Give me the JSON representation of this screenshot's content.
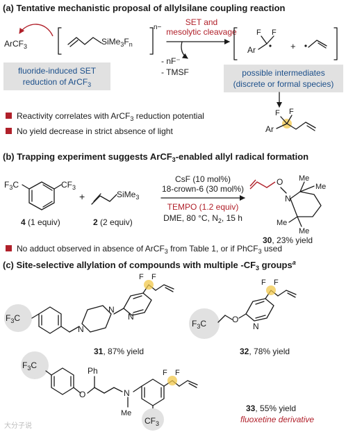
{
  "sections": {
    "a_title": "(a) Tentative mechanistic proposal of allylsilane coupling reaction",
    "b_title_pre": "(b) Trapping experiment suggests ArCF",
    "b_title_sub": "3",
    "b_title_post": "-enabled allyl radical formation",
    "c_title": "(c) Site-selective allylation of compounds with multiple -CF",
    "c_title_sub": "3",
    "c_title_post": " groups",
    "c_title_sup": "a"
  },
  "panel_a": {
    "arcf3_pre": "ArCF",
    "arcf3_sub": "3",
    "complex_sime3": "SiMe",
    "complex_sub3": "3",
    "complex_f": "F",
    "complex_fn_sub": "n",
    "complex_charge": "n−",
    "arrow_label_1": "SET and",
    "arrow_label_2": "mesolytic cleavage",
    "loss_1": "- nF⁻",
    "loss_2": "- TMSF",
    "fluoride_box_line1": "fluoride-induced SET",
    "fluoride_box_line2_pre": "reduction of ArCF",
    "fluoride_box_line2_sub": "3",
    "intermediates_line1": "possible intermediates",
    "intermediates_line2": "(discrete or formal species)",
    "radical_ar": "Ar",
    "radical_f": "F",
    "plus": "+",
    "product_ar": "Ar",
    "product_f": "F",
    "bullet1_pre": "Reactivity correlates with ArCF",
    "bullet1_sub": "3",
    "bullet1_post": " reduction potential",
    "bullet2": "No yield decrease in strict absence of light"
  },
  "panel_b": {
    "f3c": "F",
    "f3c_sub": "3",
    "f3c_c": "C",
    "cf3": "CF",
    "cf3_sub": "3",
    "plus": "+",
    "sime3": "SiMe",
    "sime3_sub": "3",
    "label4_num": "4",
    "label4_rest": " (1 equiv)",
    "label2_num": "2",
    "label2_rest": " (2 equiv)",
    "cond1": "CsF (10 mol%)",
    "cond2": "18-crown-6 (30 mol%)",
    "cond3": "TEMPO (1.2 equiv)",
    "cond4_pre": "DME, 80 °C, N",
    "cond4_sub": "2",
    "cond4_post": ", 15 h",
    "prod_o": "O",
    "prod_n": "N",
    "me": "Me",
    "label30_num": "30",
    "label30_rest": ", 23% yield",
    "bullet_pre": "No adduct observed in absence of ArCF",
    "bullet_sub": "3",
    "bullet_post": " from Table 1, or if PhCF",
    "bullet_sub2": "3",
    "bullet_end": " used"
  },
  "panel_c": {
    "f3c": "F",
    "f3c_sub": "3",
    "f3c_c": "C",
    "f": "F",
    "n": "N",
    "o": "O",
    "ph": "Ph",
    "me": "Me",
    "cf3": "CF",
    "cf3_sub": "3",
    "label31_num": "31",
    "label31_rest": ", 87% yield",
    "label32_num": "32",
    "label32_rest": ", 78% yield",
    "label33_num": "33",
    "label33_rest": ", 55% yield",
    "label33_note": "fluoxetine derivative",
    "watermark": "大分子说"
  },
  "colors": {
    "accent_red": "#b0202a",
    "box_grey": "#e1e1e1",
    "text_blue": "#1c4f8a",
    "highlight_yellow": "#f2c84b"
  }
}
